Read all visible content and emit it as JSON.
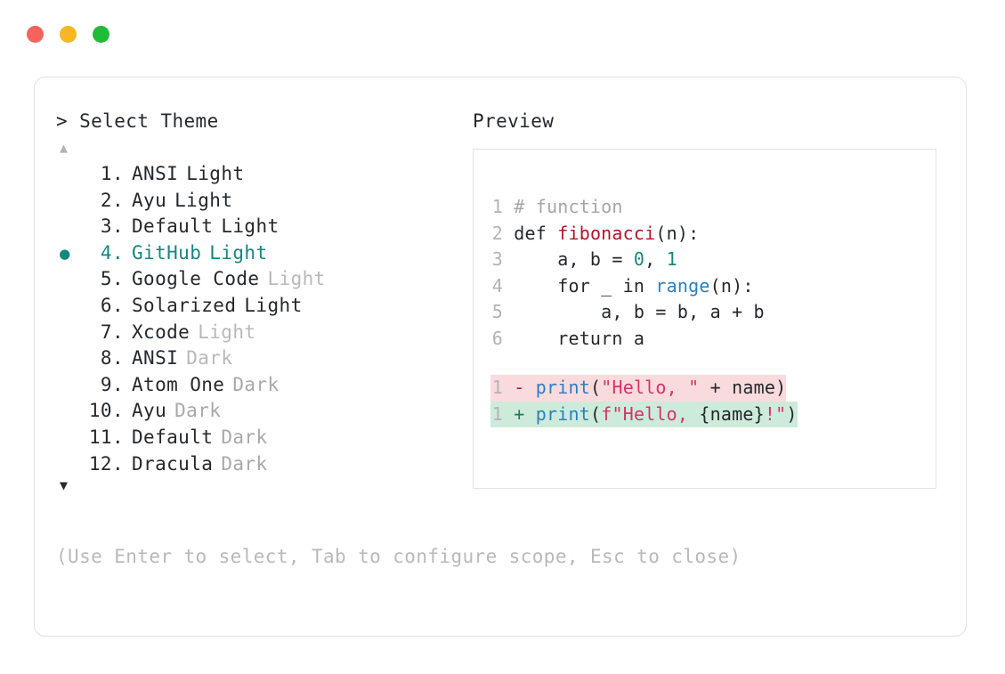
{
  "window": {
    "controls": [
      {
        "name": "close",
        "color": "#f4635c"
      },
      {
        "name": "minimize",
        "color": "#f5b723"
      },
      {
        "name": "zoom",
        "color": "#21ba39"
      }
    ]
  },
  "picker": {
    "prompt_marker": ">",
    "prompt_title": "Select Theme",
    "scroll_up_glyph": "▲",
    "scroll_down_glyph": "▼",
    "selected_index": 4,
    "selected_bullet": "●",
    "accent_color": "#17867f",
    "items": [
      {
        "number": "1.",
        "name": "ANSI",
        "variant": "Light",
        "variant_dim": false
      },
      {
        "number": "2.",
        "name": "Ayu",
        "variant": "Light",
        "variant_dim": false
      },
      {
        "number": "3.",
        "name": "Default",
        "variant": "Light",
        "variant_dim": false
      },
      {
        "number": "4.",
        "name": "GitHub",
        "variant": "Light",
        "variant_dim": false
      },
      {
        "number": "5.",
        "name": "Google Code",
        "variant": "Light",
        "variant_dim": true
      },
      {
        "number": "6.",
        "name": "Solarized",
        "variant": "Light",
        "variant_dim": false
      },
      {
        "number": "7.",
        "name": "Xcode",
        "variant": "Light",
        "variant_dim": true
      },
      {
        "number": "8.",
        "name": "ANSI",
        "variant": "Dark",
        "variant_dim": true
      },
      {
        "number": "9.",
        "name": "Atom One",
        "variant": "Dark",
        "variant_dim": true
      },
      {
        "number": "10.",
        "name": "Ayu",
        "variant": "Dark",
        "variant_dim": true
      },
      {
        "number": "11.",
        "name": "Default",
        "variant": "Dark",
        "variant_dim": true
      },
      {
        "number": "12.",
        "name": "Dracula",
        "variant": "Dark",
        "variant_dim": true
      }
    ]
  },
  "preview": {
    "title": "Preview",
    "code": {
      "line1": {
        "no": "1",
        "comment": "# function"
      },
      "line2": {
        "no": "2",
        "kw": "def ",
        "fn": "fibonacci",
        "rest": "(n):"
      },
      "line3": {
        "no": "3",
        "pre": "    a, b = ",
        "n1": "0",
        "mid": ", ",
        "n2": "1"
      },
      "line4": {
        "no": "4",
        "pre": "    for _ in ",
        "builtin": "range",
        "rest": "(n):"
      },
      "line5": {
        "no": "5",
        "text": "        a, b = b, a + b"
      },
      "line6": {
        "no": "6",
        "text": "    return a"
      }
    },
    "diff": {
      "removed": {
        "no": "1",
        "mark": "-",
        "fn": "print",
        "open": "(",
        "str": "\"Hello, \"",
        "mid": " + name",
        "close": ")"
      },
      "added": {
        "no": "1",
        "mark": "+",
        "fn": "print",
        "open": "(",
        "str_a": "f\"Hello,",
        "str_b": " {name}",
        "bang": "!\"",
        "close": ")"
      }
    },
    "diff_colors": {
      "removed_bg": "#fadbdd",
      "added_bg": "#cdebda"
    }
  },
  "footer": {
    "hint": "(Use Enter to select, Tab to configure scope, Esc to close)"
  }
}
